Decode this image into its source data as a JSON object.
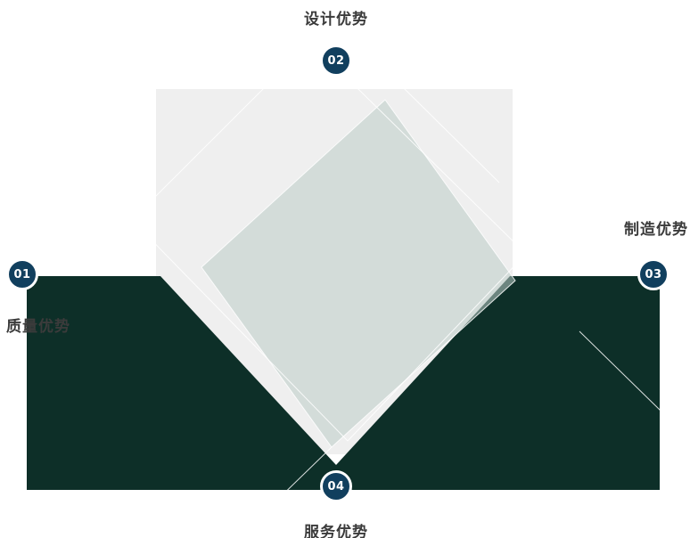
{
  "colors": {
    "banner": "#0d2f28",
    "badge": "#113f5e",
    "graysquare": "#efefef",
    "diamond": "rgba(187,204,198,0.55)",
    "label": "#3b3b3b",
    "line": "#ffffff"
  },
  "badges": [
    {
      "number": "01",
      "label": "质量优势"
    },
    {
      "number": "02",
      "label": "设计优势"
    },
    {
      "number": "03",
      "label": "制造优势"
    },
    {
      "number": "04",
      "label": "服务优势"
    }
  ]
}
